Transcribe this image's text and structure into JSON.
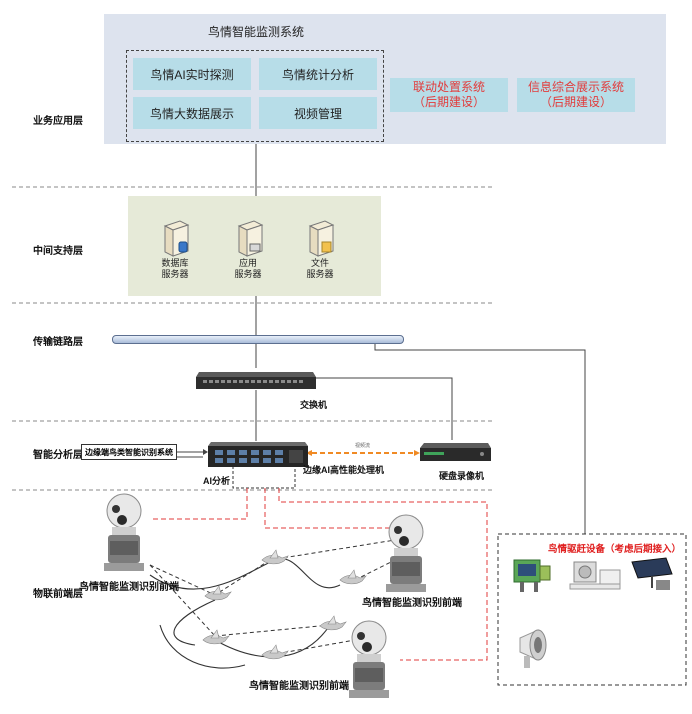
{
  "layers": {
    "app": "业务应用层",
    "middle": "中间支持层",
    "transport": "传输链路层",
    "analysis": "智能分析层",
    "iot": "物联前端层"
  },
  "app_system": {
    "title": "鸟情智能监测系统",
    "modules": [
      "鸟情AI实时探测",
      "鸟情统计分析",
      "鸟情大数据展示",
      "视频管理"
    ],
    "linked_title": "联动处置系统",
    "linked_note": "（后期建设）",
    "info_title": "信息综合展示系统",
    "info_note": "（后期建设）"
  },
  "servers": [
    {
      "line1": "数据库",
      "line2": "服务器"
    },
    {
      "line1": "应用",
      "line2": "服务器"
    },
    {
      "line1": "文件",
      "line2": "服务器"
    }
  ],
  "switch_label": "交换机",
  "analysis": {
    "edge_system": "边缘端鸟类智能识别系统",
    "ai_label": "AI分析",
    "processor_label": "边缘AI高性能处理机",
    "recorder_label": "硬盘录像机",
    "stream_label": "视频流"
  },
  "repel": {
    "title": "鸟情驱赶设备（考虑后期接入）"
  },
  "fronts": [
    "鸟情智能监测识别前端",
    "鸟情智能监测识别前端",
    "鸟情智能监测识别前端"
  ],
  "colors": {
    "app_panel": "#dde3ee",
    "module_fill": "#b7dde8",
    "middle_panel": "#e6ead8",
    "alert": "#e23b3b"
  }
}
